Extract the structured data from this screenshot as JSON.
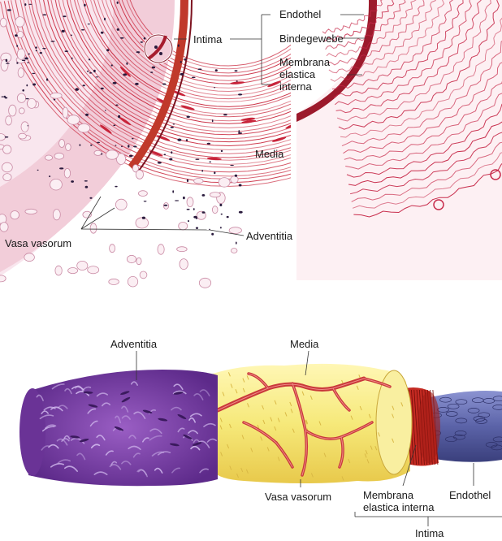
{
  "top_panel": {
    "labels": {
      "endothel": "Endothel",
      "bindegewebe": "Bindegewebe",
      "membrana_line1": "Membrana",
      "membrana_line2": "elastica",
      "membrana_line3": "interna",
      "intima": "Intima",
      "media": "Media",
      "adventitia": "Adventitia",
      "vasa_vasorum": "Vasa vasorum"
    }
  },
  "bottom_panel": {
    "labels": {
      "adventitia": "Adventitia",
      "media": "Media",
      "vasa_vasorum": "Vasa vasorum",
      "membrana_line1": "Membrana",
      "membrana_line2": "elastica interna",
      "endothel": "Endothel",
      "intima": "Intima"
    }
  },
  "colors": {
    "tissue_pink": "#f3d7e2",
    "fiber_red": "#c8243a",
    "elastica_red": "#b0152b",
    "nuclei": "#2a1b3d",
    "adventitia_purple": "#7b3fa8",
    "media_yellow": "#f6e97a",
    "vessel_red": "#c9383b",
    "endothel_blue": "#5b63a8"
  }
}
